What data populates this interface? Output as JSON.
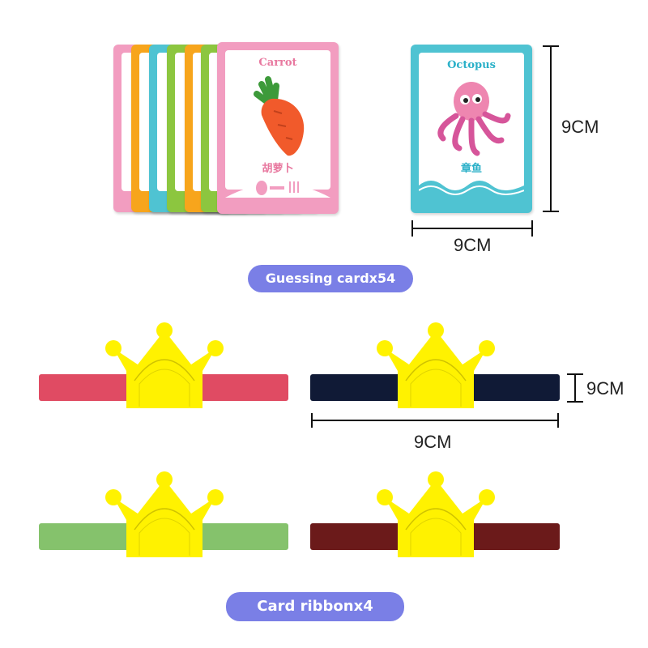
{
  "colors": {
    "pill": "#7a7fe6",
    "dimension_line": "#111111",
    "crown": "#fff200",
    "card_pink": "#f29dc0",
    "card_cyan": "#4fc3d2",
    "ribbon_red": "#e04b63",
    "ribbon_navy": "#101a36",
    "ribbon_green": "#85c26c",
    "ribbon_maroon": "#6b1a1a"
  },
  "cards_section": {
    "carrot_card": {
      "title": "Carrot",
      "subtitle": "胡萝卜"
    },
    "octopus_card": {
      "title": "Octopus",
      "subtitle": "章鱼"
    },
    "height_label": "9CM",
    "width_label": "9CM",
    "pill_label": "Guessing cardx54"
  },
  "ribbons_section": {
    "height_label": "9CM",
    "width_label": "9CM",
    "pill_label": "Card ribbonx4"
  }
}
